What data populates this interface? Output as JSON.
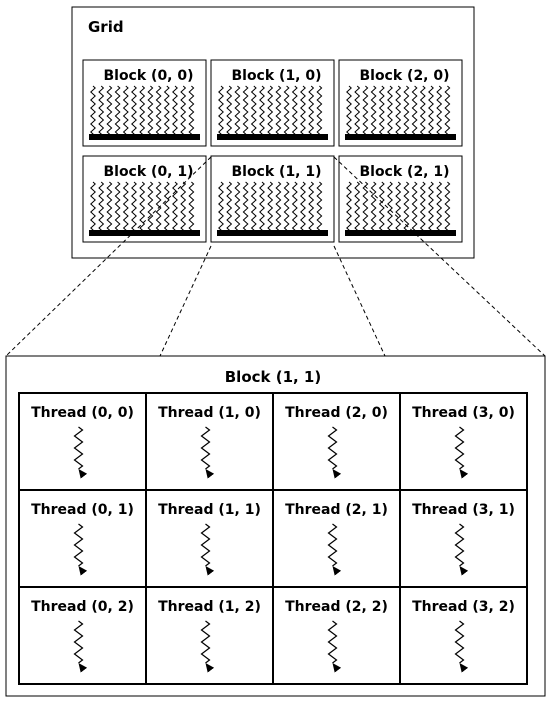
{
  "grid": {
    "title": "Grid",
    "blocks": [
      {
        "label": "Block (0, 0)"
      },
      {
        "label": "Block (1, 0)"
      },
      {
        "label": "Block (2, 0)"
      },
      {
        "label": "Block (0, 1)"
      },
      {
        "label": "Block (1, 1)"
      },
      {
        "label": "Block (2, 1)"
      }
    ]
  },
  "block_detail": {
    "title": "Block (1, 1)",
    "threads": [
      {
        "label": "Thread (0, 0)"
      },
      {
        "label": "Thread (1, 0)"
      },
      {
        "label": "Thread (2, 0)"
      },
      {
        "label": "Thread (3, 0)"
      },
      {
        "label": "Thread (0, 1)"
      },
      {
        "label": "Thread (1, 1)"
      },
      {
        "label": "Thread (2, 1)"
      },
      {
        "label": "Thread (3, 1)"
      },
      {
        "label": "Thread (0, 2)"
      },
      {
        "label": "Thread (1, 2)"
      },
      {
        "label": "Thread (2, 2)"
      },
      {
        "label": "Thread (3, 2)"
      }
    ]
  },
  "colors": {
    "line": "#000000",
    "background": "#ffffff"
  },
  "icons": {
    "thread": "wavy-arrow-icon"
  }
}
